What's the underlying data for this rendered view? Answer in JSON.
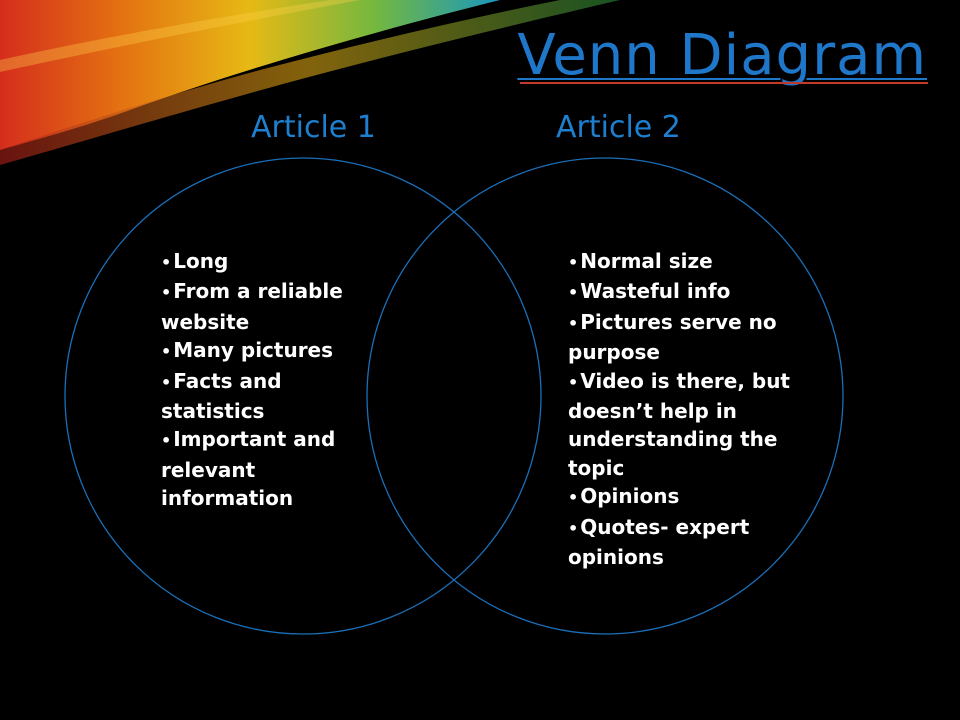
{
  "slide": {
    "title": "Venn Diagram",
    "colors": {
      "background": "#000000",
      "title": "#1f77c9",
      "title_rule": "#c0392b",
      "circle_stroke": "#1a6fb8",
      "item_text": "#ffffff"
    }
  },
  "venn": {
    "left": {
      "label": "Article 1",
      "items": [
        "Long",
        "From a reliable website",
        "Many pictures",
        "Facts and statistics",
        "Important and relevant information"
      ]
    },
    "right": {
      "label": "Article 2",
      "items": [
        "Normal size",
        "Wasteful info",
        "Pictures serve no purpose",
        "Video is there, but doesn’t help in understanding the topic",
        "Opinions",
        "Quotes- expert opinions"
      ]
    }
  }
}
